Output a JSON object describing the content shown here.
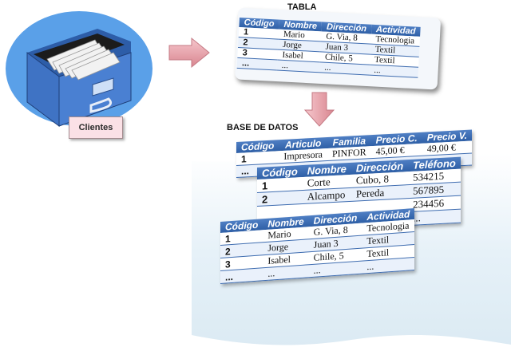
{
  "labels": {
    "tabla": "TABLA",
    "base_de_datos": "BASE DE DATOS",
    "clientes": "Clientes"
  },
  "icons": {
    "cabinet": "file-cabinet-icon",
    "arrow": "arrow-right-icon",
    "arrow_down": "arrow-down-icon"
  },
  "colors": {
    "cabinet_blue": "#3f73c4",
    "cabinet_dark": "#1c1c1c",
    "ellipse": "#5aa0e8",
    "arrow_pink": "#e8a0a8",
    "header_blue": "#3767ad",
    "label_box": "#fbe1e6"
  },
  "tabla": {
    "headers": [
      "Código",
      "Nombre",
      "Dirección",
      "Actividad"
    ],
    "rows": [
      [
        "1",
        "Mario",
        "G. Via, 8",
        "Tecnologia"
      ],
      [
        "2",
        "Jorge",
        "Juan 3",
        "Textil"
      ],
      [
        "3",
        "Isabel",
        "Chile, 5",
        "Textil"
      ],
      [
        "...",
        "...",
        "...",
        "..."
      ]
    ]
  },
  "db_articulos": {
    "headers": [
      "Código",
      "Articulo",
      "Familia",
      "Precio C.",
      "Precio V."
    ],
    "rows": [
      [
        "1",
        "Impresora",
        "PINFOR",
        "45,00 €",
        "49,00 €"
      ],
      [
        "...",
        "",
        "",
        "",
        ""
      ]
    ]
  },
  "db_proveedores": {
    "headers": [
      "Código",
      "Nombre",
      "Dirección",
      "Teléfono"
    ],
    "rows": [
      [
        "1",
        "Corte",
        "Cubo, 8",
        "534215"
      ],
      [
        "2",
        "Alcampo",
        "Pereda",
        "567895"
      ],
      [
        "",
        "",
        "",
        "234456"
      ],
      [
        "",
        "",
        "",
        "..."
      ]
    ]
  },
  "db_clientes": {
    "headers": [
      "Código",
      "Nombre",
      "Dirección",
      "Actividad"
    ],
    "rows": [
      [
        "1",
        "Mario",
        "G. Via, 8",
        "Tecnologia"
      ],
      [
        "2",
        "Jorge",
        "Juan 3",
        "Textil"
      ],
      [
        "3",
        "Isabel",
        "Chile, 5",
        "Textil"
      ],
      [
        "...",
        "...",
        "...",
        "..."
      ]
    ]
  }
}
